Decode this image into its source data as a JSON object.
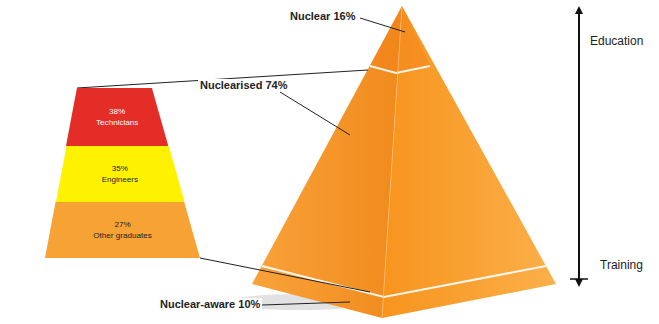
{
  "diagram": {
    "nodes": [
      {
        "text": [
          "38%",
          "Technicians"
        ]
      },
      {
        "text": [
          "35%",
          "Engineers"
        ]
      },
      {
        "text": [
          "27%",
          "Other graduates"
        ]
      }
    ],
    "labels": [
      "Nuclear 16%",
      "Nuclearised 74%",
      "Nuclear-aware 10%",
      "Education",
      "Training"
    ]
  }
}
